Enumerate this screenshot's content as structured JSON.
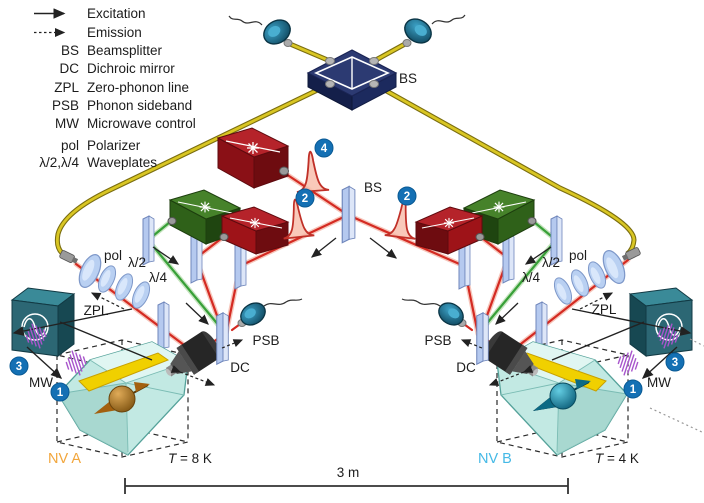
{
  "legend": {
    "items": [
      {
        "abbr": "",
        "label": "Excitation",
        "type": "solid-arrow"
      },
      {
        "abbr": "",
        "label": "Emission",
        "type": "dashed-arrow"
      },
      {
        "abbr": "BS",
        "label": "Beamsplitter"
      },
      {
        "abbr": "DC",
        "label": "Dichroic mirror"
      },
      {
        "abbr": "ZPL",
        "label": "Zero-phonon line"
      },
      {
        "abbr": "PSB",
        "label": "Phonon sideband"
      },
      {
        "abbr": "MW",
        "label": "Microwave control"
      },
      {
        "abbr": "pol",
        "label": "Polarizer"
      },
      {
        "abbr": "λ/2,λ/4",
        "label": "Waveplates"
      }
    ]
  },
  "optics": {
    "bs_top": "BS",
    "bs_center": "BS",
    "dc_left": "DC",
    "dc_right": "DC",
    "psb_left": "PSB",
    "psb_right": "PSB",
    "zpl_left": "ZPL",
    "zpl_right": "ZPL",
    "pol_left": "pol",
    "pol_right": "pol",
    "half_wave_left": "λ/2",
    "half_wave_right": "λ/2",
    "quarter_wave_left": "λ/4",
    "quarter_wave_right": "λ/4",
    "mw_left": "MW",
    "mw_right": "MW"
  },
  "markers": {
    "excitation_1_left": "1",
    "excitation_1_right": "1",
    "pulse_2_left": "2",
    "pulse_2_right": "2",
    "mw_3_left": "3",
    "mw_3_right": "3",
    "pulse_4": "4"
  },
  "setups": {
    "left": {
      "name": "NV A",
      "temp_symbol": "T",
      "temp": "= 8 K"
    },
    "right": {
      "name": "NV B",
      "temp_symbol": "T",
      "temp": "= 4 K"
    }
  },
  "scale_bar": {
    "label": "3 m"
  },
  "colors": {
    "excitation_red": "#d42a22",
    "repump_green": "#38a038",
    "fiber_yellow": "#d9c623",
    "marker_blue": "#1470b4",
    "nv_a_orange": "#f2a63c",
    "nv_b_cyan": "#45b9e6",
    "mw_purple": "#a855cc",
    "diamond_teal": "#c2e9e3",
    "detector_teal": "#1c7fa6"
  }
}
